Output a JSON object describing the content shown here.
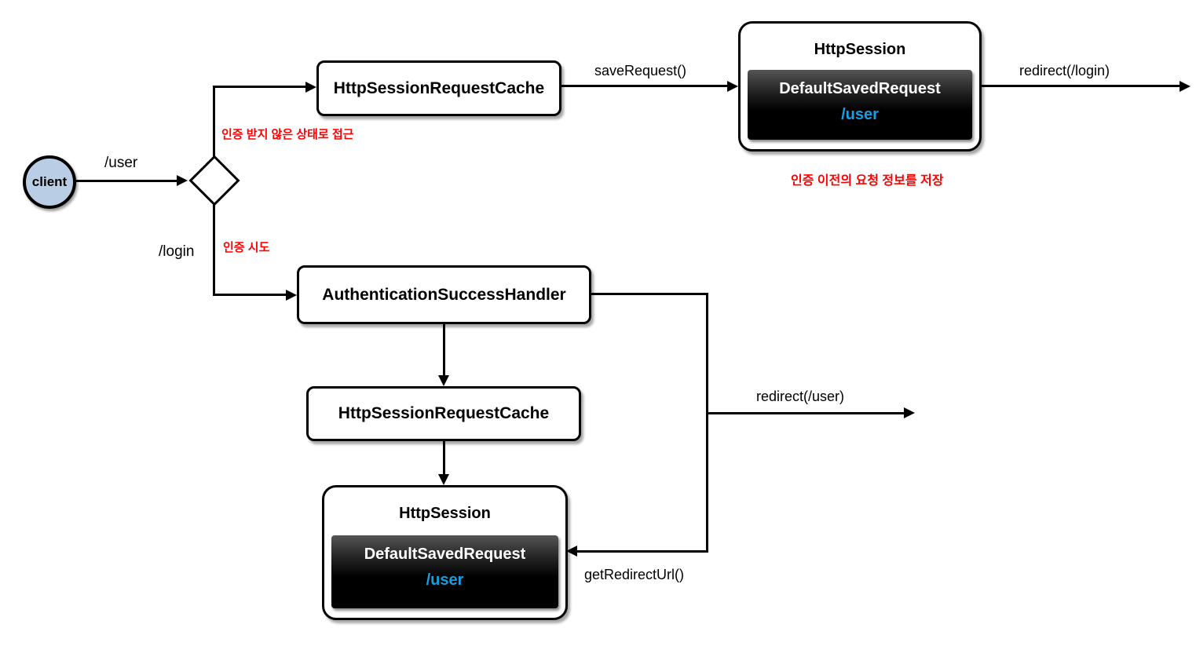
{
  "diagram": {
    "client": {
      "label": "client"
    },
    "boxes": {
      "cache_top": {
        "label": "HttpSessionRequestCache"
      },
      "session_top": {
        "title": "HttpSession",
        "inner": "DefaultSavedRequest",
        "value": "/user"
      },
      "auth_handler": {
        "label": "AuthenticationSuccessHandler"
      },
      "cache_mid": {
        "label": "HttpSessionRequestCache"
      },
      "session_bottom": {
        "title": "HttpSession",
        "inner": "DefaultSavedRequest",
        "value": "/user"
      }
    },
    "edges": {
      "user_path": "/user",
      "login_path": "/login",
      "save_request": "saveRequest()",
      "redirect_login": "redirect(/login)",
      "redirect_user": "redirect(/user)",
      "get_redirect_url": "getRedirectUrl()"
    },
    "annotations": {
      "unauthenticated_access": "인증 받지 않은 상태로 접근",
      "auth_attempt": "인증 시도",
      "saved_request_note": "인증 이전의 요청 정보를 저장"
    },
    "colors": {
      "client_fill": "#b9cde5",
      "annotation_red": "#ff0000",
      "value_blue": "#14a0e3",
      "line_black": "#000000"
    }
  }
}
